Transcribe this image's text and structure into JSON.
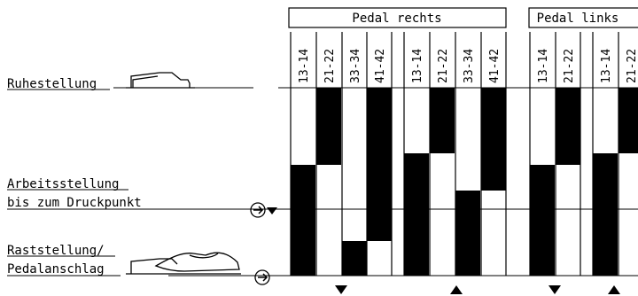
{
  "groups": [
    {
      "name": "Pedal rechts",
      "columns": [
        "13-14",
        "21-22",
        "33-34",
        "41-42",
        "13-14",
        "21-22",
        "33-34",
        "41-42"
      ]
    },
    {
      "name": "Pedal links",
      "columns": [
        "13-14",
        "21-22",
        "13-14",
        "21-22"
      ]
    }
  ],
  "states": {
    "ruhestellung": "Ruhestellung",
    "arbeitsstellung_line1": "Arbeitsstellung",
    "arbeitsstellung_line2": "bis zum Druckpunkt",
    "raststellung_line1": "Raststellung/",
    "raststellung_line2": "Pedalanschlag"
  },
  "contacts": [
    [
      {
        "state": "open"
      },
      {
        "state": "closed"
      },
      {
        "state": "open"
      },
      {
        "state": "closed"
      }
    ],
    [
      {
        "state": "open"
      },
      {
        "state": "closed"
      },
      {
        "state": "open"
      },
      {
        "state": "closed"
      }
    ]
  ],
  "colors": {
    "line": "#000000",
    "fill": "#000000",
    "background": "#ffffff"
  }
}
